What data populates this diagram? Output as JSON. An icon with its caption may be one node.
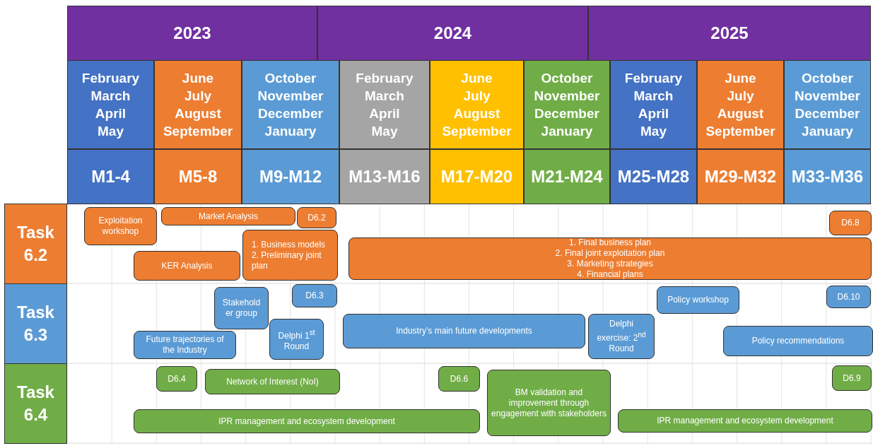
{
  "diagram": {
    "nodes": [
      {
        "text": [
          "2023"
        ]
      },
      {
        "text": [
          "2024"
        ]
      },
      {
        "text": [
          "2025"
        ]
      },
      {
        "text": [
          "February March April May"
        ]
      },
      {
        "text": [
          "June July August September"
        ]
      },
      {
        "text": [
          "October November December January"
        ]
      },
      {
        "text": [
          "February March April May"
        ]
      },
      {
        "text": [
          "June July August September"
        ]
      },
      {
        "text": [
          "October November December January"
        ]
      },
      {
        "text": [
          "February March April May"
        ]
      },
      {
        "text": [
          "June July August September"
        ]
      },
      {
        "text": [
          "October November December January"
        ]
      },
      {
        "text": [
          "M1-4"
        ]
      },
      {
        "text": [
          "M5-8"
        ]
      },
      {
        "text": [
          "M9-M12"
        ]
      },
      {
        "text": [
          "M13-M16"
        ]
      },
      {
        "text": [
          "M17-M20"
        ]
      },
      {
        "text": [
          "M21-M24"
        ]
      },
      {
        "text": [
          "M25-M28"
        ]
      },
      {
        "text": [
          "M29-M32"
        ]
      },
      {
        "text": [
          "M33-M36"
        ]
      },
      {
        "text": [
          "Task 6.2"
        ]
      },
      {
        "text": [
          "Task 6.3"
        ]
      },
      {
        "text": [
          "Task 6.4"
        ]
      },
      {
        "text": [
          "Exploitation workshop"
        ]
      },
      {
        "text": [
          "Market Analysis"
        ]
      },
      {
        "text": [
          "D6.2"
        ]
      },
      {
        "text": [
          "KER Analysis"
        ]
      },
      {
        "text": [
          "1. Business models",
          "2. Preliminary joint plan"
        ]
      },
      {
        "text": [
          "D6.8"
        ]
      },
      {
        "text": [
          "1. Final business plan",
          "2. Final joint exploitation plan",
          "3. Marketing strategies",
          "4. Financial plans"
        ]
      },
      {
        "text": [
          "Stakeholder group"
        ]
      },
      {
        "text": [
          "D6.3"
        ]
      },
      {
        "text": [
          "Future trajectories of the Industry"
        ]
      },
      {
        "text": [
          "Delphi 1$^{st}$ Round"
        ]
      },
      {
        "text": [
          "Industry’s main future developments"
        ]
      },
      {
        "text": [
          "Delphi exercise: 2$^{nd}$ Round"
        ]
      },
      {
        "text": [
          "Policy workshop"
        ]
      },
      {
        "text": [
          "D6.10"
        ]
      },
      {
        "text": [
          "Policy recommendations"
        ]
      },
      {
        "text": [
          "D6.4"
        ]
      },
      {
        "text": [
          "Network of Interest (NoI)"
        ]
      },
      {
        "text": [
          "D6.6"
        ]
      },
      {
        "text": [
          "BM validation and improvement through engagement with stakeholders"
        ]
      },
      {
        "text": [
          "D6.9"
        ]
      },
      {
        "text": [
          "IPR management and ecosystem development"
        ]
      },
      {
        "text": [
          "IPR management and ecosystem development"
        ]
      }
    ],
    "edges": []
  }
}
